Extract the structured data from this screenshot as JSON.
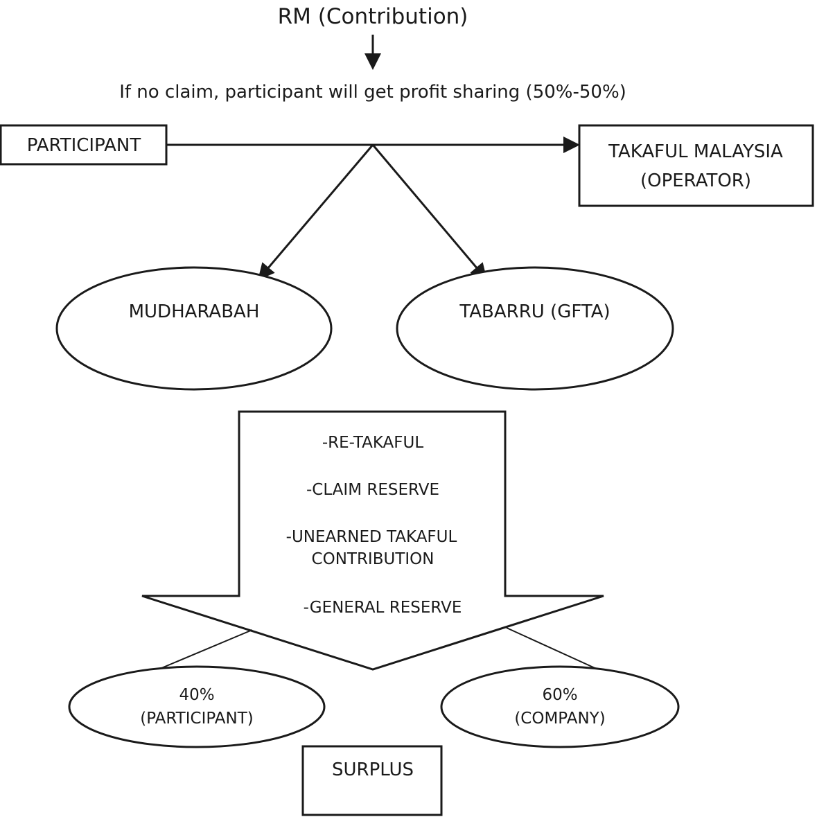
{
  "diagram": {
    "top_label": "RM (Contribution)",
    "profit_note": "If no claim, participant will get profit sharing (50%-50%)",
    "participant_box": "PARTICIPANT",
    "operator_line1": "TAKAFUL MALAYSIA",
    "operator_line2": "(OPERATOR)",
    "mudharabah": "MUDHARABAH",
    "tabarru": "TABARRU (GFTA)",
    "deductions": {
      "item1": "-RE-TAKAFUL",
      "item2": "-CLAIM RESERVE",
      "item3_line1": "-UNEARNED TAKAFUL",
      "item3_line2": "CONTRIBUTION",
      "item4": "-GENERAL RESERVE"
    },
    "participant_share_pct": "40%",
    "participant_share_label": "(PARTICIPANT)",
    "company_share_pct": "60%",
    "company_share_label": "(COMPANY)",
    "surplus": "SURPLUS"
  }
}
